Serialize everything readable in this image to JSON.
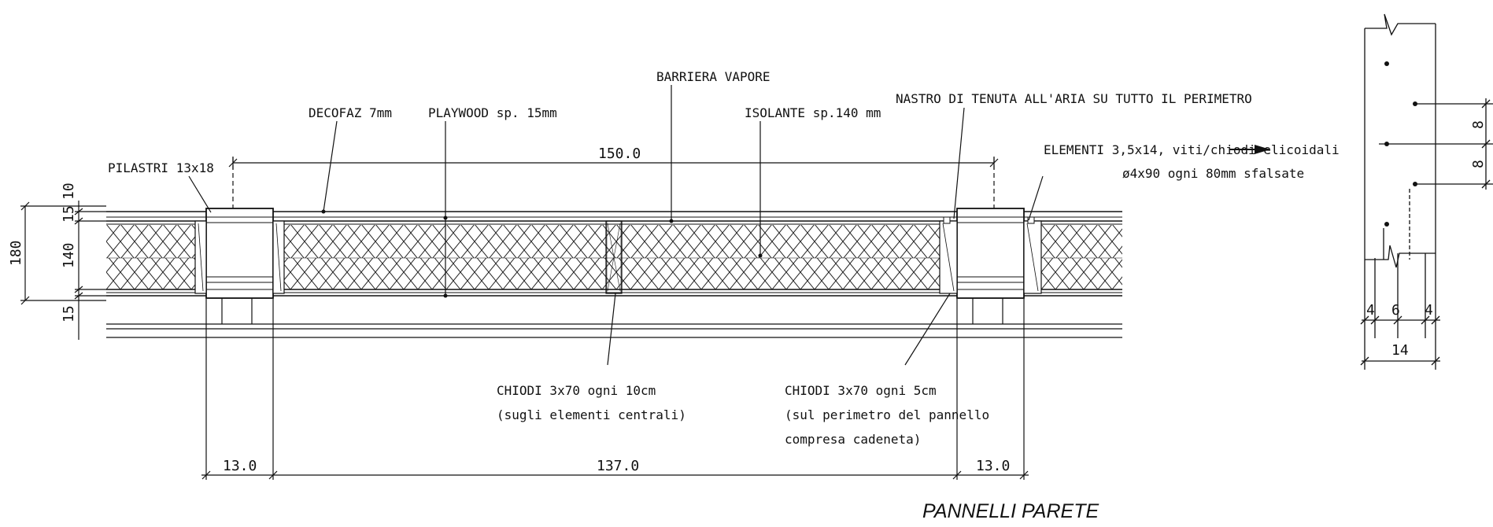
{
  "caption": "PANNELLI PARETE",
  "labels": {
    "pilastri": "PILASTRI 13x18",
    "decofaz": "DECOFAZ 7mm",
    "playwood": "PLAYWOOD sp. 15mm",
    "barriera": "BARRIERA VAPORE",
    "isolante": "ISOLANTE sp.140 mm",
    "nastro": "NASTRO DI TENUTA ALL'ARIA SU TUTTO IL PERIMETRO",
    "elementi_1": "ELEMENTI 3,5x14, viti/chiodi elicoidali",
    "elementi_2": "ø4x90 ogni 80mm sfalsate",
    "chiodi_centrali_1": "CHIODI 3x70 ogni 10cm",
    "chiodi_centrali_2": "(sugli elementi centrali)",
    "chiodi_perimetro_1": "CHIODI 3x70 ogni 5cm",
    "chiodi_perimetro_2": "(sul perimetro del pannello",
    "chiodi_perimetro_3": "compresa cadeneta)"
  },
  "dimensions": {
    "span": "150.0",
    "left_post": "13.0",
    "middle": "137.0",
    "right_post": "13.0",
    "total_thickness": "180",
    "outer_layer": "10",
    "board": "15",
    "insulation": "140",
    "inner_board": "15",
    "detail_a": "4",
    "detail_b": "6",
    "detail_c": "4",
    "detail_total": "14",
    "detail_spacing_1": "8",
    "detail_spacing_2": "8"
  }
}
